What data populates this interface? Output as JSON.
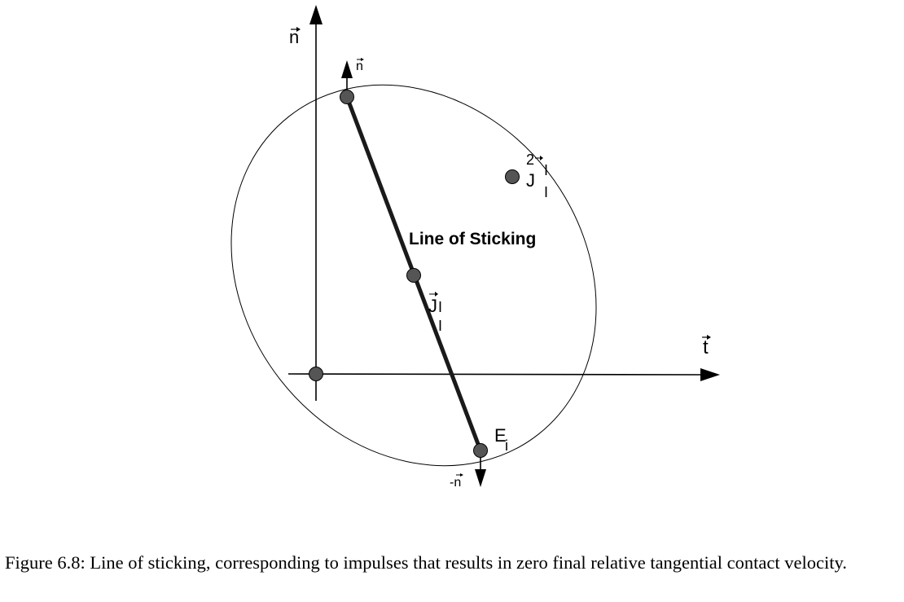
{
  "diagram": {
    "axes": {
      "vertical_label": "n",
      "horizontal_label": "t"
    },
    "labels": {
      "top_n": "n",
      "bottom_n": "-n",
      "line_title": "Line of Sticking",
      "point_j_top": "2",
      "point_j_main": "J",
      "point_j_sub_a": "I",
      "point_j_sub_b": "I",
      "mid_j": "J",
      "mid_sub_a": "I",
      "mid_sub_b": "I",
      "e_main": "E",
      "e_sub": "i"
    },
    "colors": {
      "point_fill": "#555555",
      "line": "#1a1a1a"
    }
  },
  "caption": {
    "text": "Figure 6.8: Line of sticking, corresponding to impulses that results in zero final relative tangential contact velocity."
  }
}
